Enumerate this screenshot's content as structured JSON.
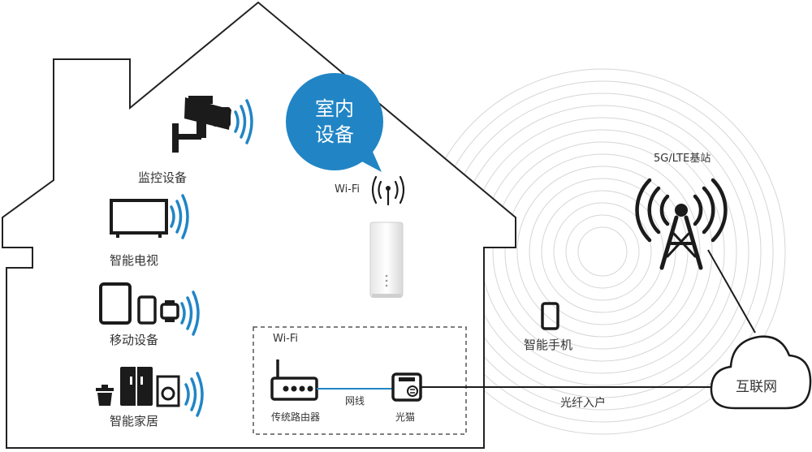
{
  "bubble": {
    "line1": "室内",
    "line2": "设备",
    "color": "#2185c5"
  },
  "devices": {
    "camera": "监控设备",
    "tv": "智能电视",
    "mobile": "移动设备",
    "home": "智能家居"
  },
  "router_wifi_label": "Wi-Fi",
  "box": {
    "wifi_label": "Wi-Fi",
    "router_label": "传统路由器",
    "cable_label": "网线",
    "onu_label": "光猫"
  },
  "phone_label": "智能手机",
  "tower_label": "5G/LTE基站",
  "fiber_label": "光纤入户",
  "cloud_label": "互联网",
  "colors": {
    "accent": "#2185c5",
    "line": "#1b1b1b",
    "wave": "#cfcfcf"
  }
}
